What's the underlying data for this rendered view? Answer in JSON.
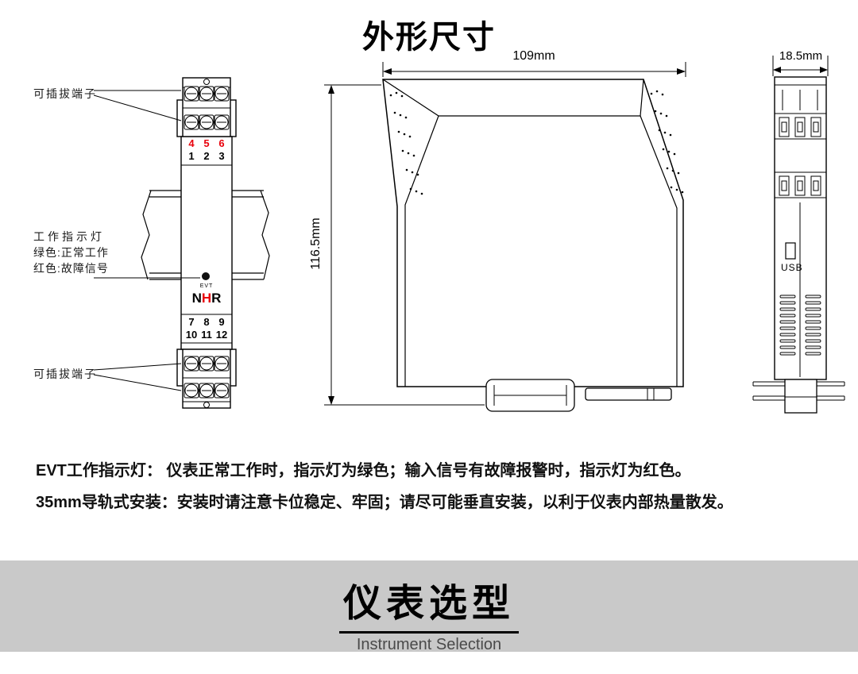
{
  "page": {
    "title": "外形尺寸"
  },
  "front_view": {
    "top_terminal_label": "可插拔端子",
    "bottom_terminal_label": "可插拔端子",
    "indicator_title": "工作指示灯",
    "indicator_green": "绿色:正常工作",
    "indicator_red": "红色:故障信号",
    "evt_label": "EVT",
    "brand": {
      "n": "N",
      "h": "H",
      "r": "R"
    },
    "row_456": [
      "4",
      "5",
      "6"
    ],
    "row_123": [
      "1",
      "2",
      "3"
    ],
    "row_789": [
      "7",
      "8",
      "9"
    ],
    "row_101112": [
      "10",
      "11",
      "12"
    ]
  },
  "profile_view": {
    "width_label": "109mm",
    "height_label": "116.5mm"
  },
  "rear_view": {
    "width_label": "18.5mm",
    "usb_label": "USB"
  },
  "notes": {
    "line1": "EVT工作指示灯： 仪表正常工作时，指示灯为绿色；输入信号有故障报警时，指示灯为红色。",
    "line2": "35mm导轨式安装：安装时请注意卡位稳定、牢固；请尽可能垂直安装，以利于仪表内部热量散发。"
  },
  "banner": {
    "title": "仪表选型",
    "subtitle": "Instrument Selection"
  },
  "colors": {
    "accent_red": "#e8000b",
    "banner_bg": "#c9c9c9",
    "line_black": "#000000"
  }
}
